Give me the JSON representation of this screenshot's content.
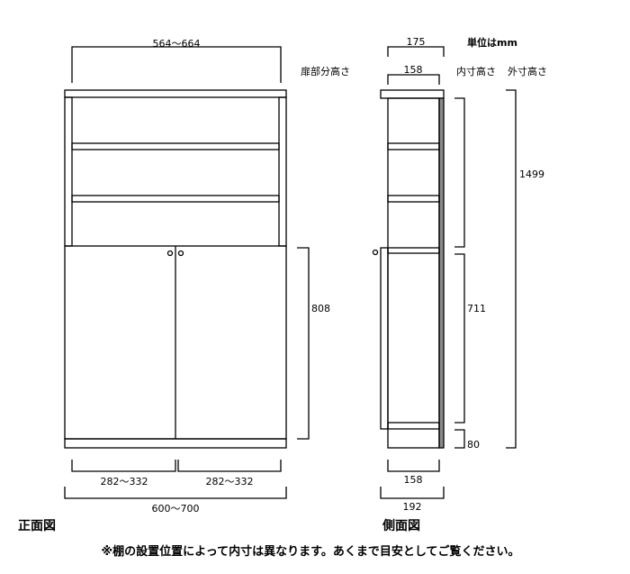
{
  "units_label": "単位はmm",
  "front_view": {
    "title": "正面図",
    "door_height_label": "扉部分高さ",
    "top_width": "564〜664",
    "door_height": "808",
    "left_door_width": "282〜332",
    "right_door_width": "282〜332",
    "overall_width": "600〜700"
  },
  "side_view": {
    "title": "側面図",
    "inner_height_label": "内寸高さ",
    "outer_height_label": "外寸高さ",
    "top_depth": "175",
    "inner_depth_top": "158",
    "inner_height_lower": "711",
    "base_height": "80",
    "outer_height": "1499",
    "inner_depth_bottom": "158",
    "overall_depth": "192"
  },
  "footnote": "※棚の設置位置によって内寸は異なります。あくまで目安としてご覧ください。",
  "colors": {
    "line": "#000000",
    "back_panel": "#8c8c8c"
  }
}
